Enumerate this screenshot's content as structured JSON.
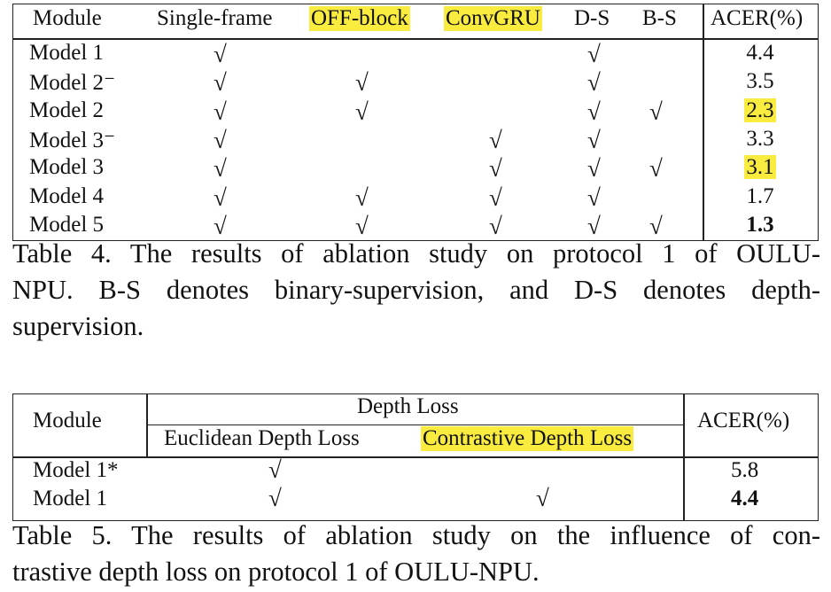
{
  "table4": {
    "headers": {
      "module": "Module",
      "single_frame": "Single-frame",
      "off_block": "OFF-block",
      "convgru": "ConvGRU",
      "ds": "D-S",
      "bs": "B-S",
      "acer": "ACER(%)"
    },
    "check_glyph": "√",
    "rows": [
      {
        "label": "Model 1",
        "single": true,
        "off": false,
        "gru": false,
        "ds": true,
        "bs": false,
        "acer": "4.4"
      },
      {
        "label": "Model 2⁻",
        "single": true,
        "off": true,
        "gru": false,
        "ds": true,
        "bs": false,
        "acer": "3.5"
      },
      {
        "label": "Model 2",
        "single": true,
        "off": true,
        "gru": false,
        "ds": true,
        "bs": true,
        "acer": "2.3"
      },
      {
        "label": "Model 3⁻",
        "single": true,
        "off": false,
        "gru": true,
        "ds": true,
        "bs": false,
        "acer": "3.3"
      },
      {
        "label": "Model 3",
        "single": true,
        "off": false,
        "gru": true,
        "ds": true,
        "bs": true,
        "acer": "3.1"
      },
      {
        "label": "Model 4",
        "single": true,
        "off": true,
        "gru": true,
        "ds": true,
        "bs": false,
        "acer": "1.7"
      },
      {
        "label": "Model 5",
        "single": true,
        "off": true,
        "gru": true,
        "ds": true,
        "bs": true,
        "acer": "1.3"
      }
    ],
    "highlight_color": "#f9ec3f"
  },
  "caption4": {
    "lines": [
      "Table 4. The results of ablation study on protocol 1 of OULU-",
      "NPU. B-S denotes binary-supervision, and D-S denotes depth-",
      "supervision."
    ]
  },
  "table5": {
    "headers": {
      "module": "Module",
      "depth_loss": "Depth Loss",
      "euclidean": "Euclidean Depth Loss",
      "contrastive": "Contrastive Depth Loss",
      "acer": "ACER(%)"
    },
    "rows": [
      {
        "label": "Model 1*",
        "euclidean": true,
        "contrastive": false,
        "acer": "5.8"
      },
      {
        "label": "Model 1",
        "euclidean": true,
        "contrastive": true,
        "acer": "4.4"
      }
    ]
  },
  "caption5": {
    "lines": [
      "Table 5. The results of ablation study on the influence of con-",
      "trastive depth loss on protocol 1 of OULU-NPU."
    ]
  }
}
